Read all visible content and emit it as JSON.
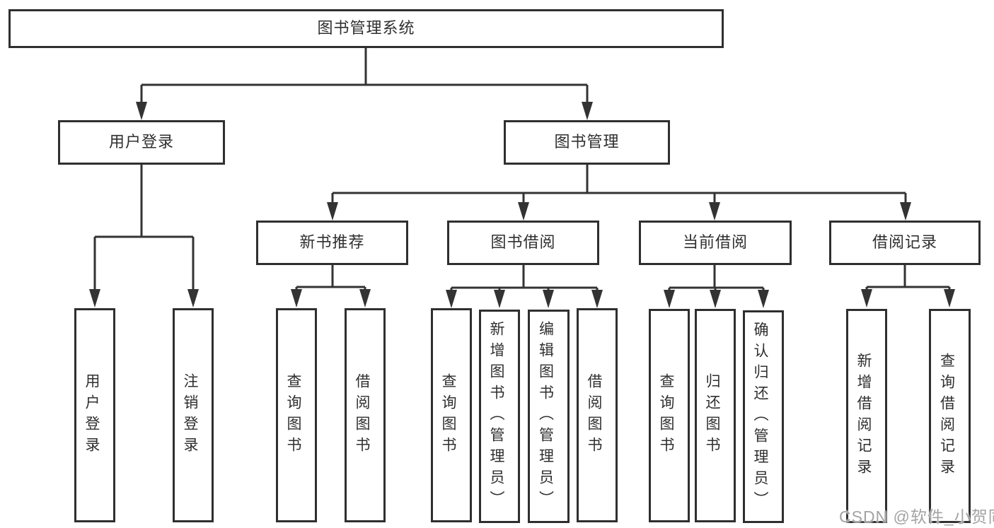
{
  "diagram_type": "hierarchy-structure-chart",
  "colors": {
    "line": "#333333",
    "box_border": "#2f2f2f",
    "text": "#2f2f2f",
    "background": "#ffffff",
    "watermark": "#a3a3a3"
  },
  "tree": {
    "label": "图书管理系统",
    "children": [
      {
        "label": "用户登录",
        "children": [
          {
            "label": "用户登录"
          },
          {
            "label": "注销登录"
          }
        ]
      },
      {
        "label": "图书管理",
        "children": [
          {
            "label": "新书推荐",
            "children": [
              {
                "label": "查询图书"
              },
              {
                "label": "借阅图书"
              }
            ]
          },
          {
            "label": "图书借阅",
            "children": [
              {
                "label": "查询图书"
              },
              {
                "label": "新增图书（管理员）"
              },
              {
                "label": "编辑图书（管理员）"
              },
              {
                "label": "借阅图书"
              }
            ]
          },
          {
            "label": "当前借阅",
            "children": [
              {
                "label": "查询图书"
              },
              {
                "label": "归还图书"
              },
              {
                "label": "确认归还（管理员）"
              }
            ]
          },
          {
            "label": "借阅记录",
            "children": [
              {
                "label": "新增借阅记录"
              },
              {
                "label": "查询借阅记录"
              }
            ]
          }
        ]
      }
    ]
  },
  "watermark": {
    "text": "CSDN @软件_小贺同学"
  }
}
